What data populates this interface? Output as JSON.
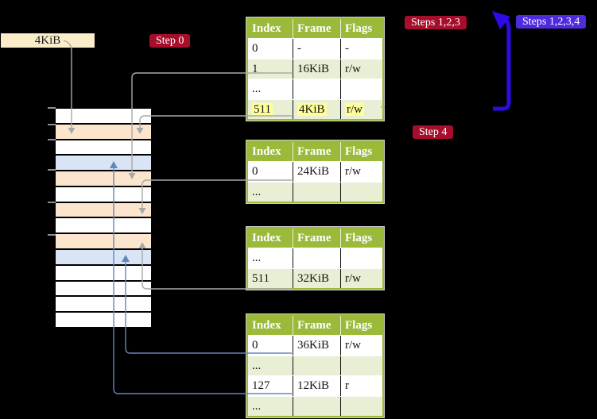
{
  "colors": {
    "badge_red": "#a60e2c",
    "badge_blue": "#4f2be0",
    "table_header_green": "#9bba3a",
    "table_row_green": "#e9efd5",
    "highlight_yellow": "#ffff99",
    "frame_label_bg": "#fbedca",
    "mem_white": "#ffffff",
    "mem_peach": "#fce5cd",
    "mem_blue": "#d9e5f5",
    "connector_gray": "#a9a9a9",
    "connector_blue": "#6287bc",
    "arrow_blue": "#2e0be4"
  },
  "labels": {
    "frame_size": "4KiB",
    "step0": "Step 0",
    "steps123": "Steps 1,2,3",
    "steps1234": "Steps 1,2,3,4",
    "step4": "Step 4"
  },
  "memory": {
    "rows": [
      "white",
      "peach",
      "white",
      "blue",
      "peach",
      "white",
      "peach",
      "white",
      "peach",
      "blue",
      "white",
      "white",
      "white",
      "white"
    ],
    "tick_ys": [
      135,
      156,
      175,
      213,
      254,
      295
    ]
  },
  "tables": [
    {
      "headers": [
        "Index",
        "Frame",
        "Flags"
      ],
      "rows": [
        {
          "cells": [
            "0",
            "-",
            "-"
          ],
          "shaded": false,
          "highlight": false
        },
        {
          "cells": [
            "1",
            "16KiB",
            "r/w"
          ],
          "shaded": true,
          "highlight": false
        },
        {
          "cells": [
            "...",
            "",
            ""
          ],
          "shaded": false,
          "highlight": false
        },
        {
          "cells": [
            "511",
            "4KiB",
            "r/w"
          ],
          "shaded": true,
          "highlight": true
        }
      ]
    },
    {
      "headers": [
        "Index",
        "Frame",
        "Flags"
      ],
      "rows": [
        {
          "cells": [
            "0",
            "24KiB",
            "r/w"
          ],
          "shaded": false,
          "highlight": false
        },
        {
          "cells": [
            "...",
            "",
            ""
          ],
          "shaded": true,
          "highlight": false
        }
      ]
    },
    {
      "headers": [
        "Index",
        "Frame",
        "Flags"
      ],
      "rows": [
        {
          "cells": [
            "...",
            "",
            ""
          ],
          "shaded": false,
          "highlight": false
        },
        {
          "cells": [
            "511",
            "32KiB",
            "r/w"
          ],
          "shaded": true,
          "highlight": false
        }
      ]
    },
    {
      "headers": [
        "Index",
        "Frame",
        "Flags"
      ],
      "rows": [
        {
          "cells": [
            "0",
            "36KiB",
            "r/w"
          ],
          "shaded": false,
          "highlight": false
        },
        {
          "cells": [
            "...",
            "",
            ""
          ],
          "shaded": true,
          "highlight": false
        },
        {
          "cells": [
            "127",
            "12KiB",
            "r"
          ],
          "shaded": false,
          "highlight": false
        },
        {
          "cells": [
            "...",
            "",
            ""
          ],
          "shaded": true,
          "highlight": false
        }
      ]
    }
  ]
}
